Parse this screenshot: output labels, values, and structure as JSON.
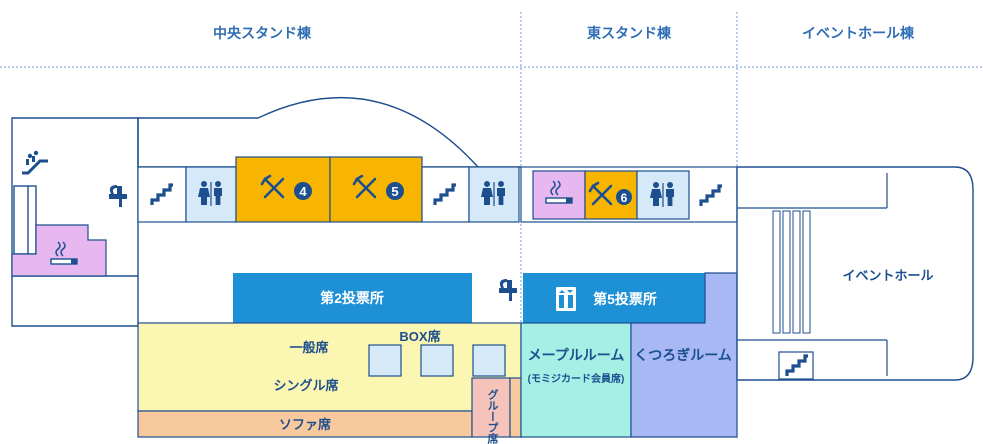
{
  "header": {
    "central_stand": "中央スタンド棟",
    "east_stand": "東スタンド棟",
    "event_hall_building": "イベントホール棟"
  },
  "areas": {
    "voting_2": "第2投票所",
    "voting_5": "第5投票所",
    "general_seats": "一般席",
    "box_seats": "BOX席",
    "single_seats": "シングル席",
    "sofa_seats": "ソファ席",
    "group_seats": "グループ席",
    "maple_room": "メープルルーム",
    "maple_room_note": "(モミジカード会員席)",
    "kutsurogi_room": "くつろぎルーム",
    "event_hall": "イベントホール"
  },
  "restaurants": {
    "r4": "4",
    "r5": "5",
    "r6": "6"
  },
  "colors": {
    "header_text": "#2f6db4",
    "line": "#1d4f8f",
    "restroom": "#d6e9f8",
    "restaurant": "#f7b500",
    "smoking": "#e6b8ef",
    "voting": "#1e90d6",
    "general": "#fbf6b1",
    "sofa": "#f8c99c",
    "group": "#f6c3bb",
    "maple": "#a6efe4",
    "kutsurogi": "#a8b8f4"
  },
  "icons": [
    "escalator-icon",
    "water-fountain-icon",
    "stairs-icon",
    "restroom-icon",
    "restaurant-icon",
    "smoking-area-icon",
    "elevator-icon"
  ]
}
